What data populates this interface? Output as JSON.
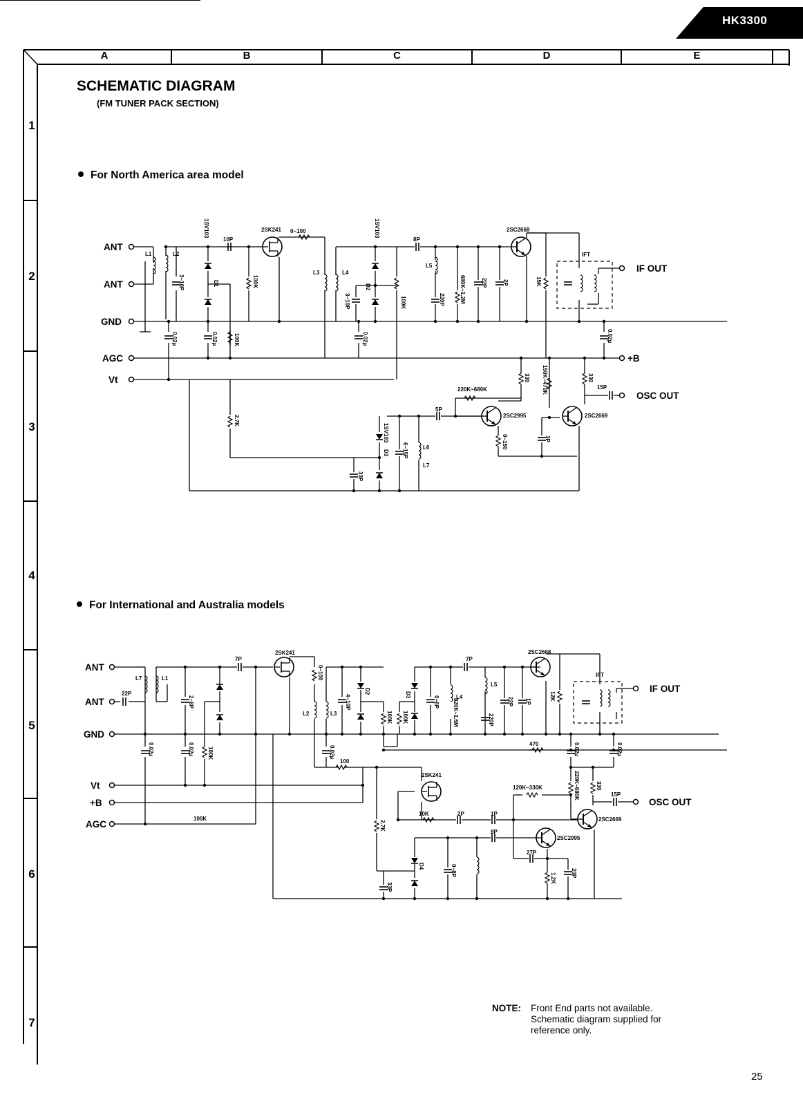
{
  "model": "HK3300",
  "grid": {
    "columns": [
      "A",
      "B",
      "C",
      "D",
      "E"
    ],
    "rows": [
      "1",
      "2",
      "3",
      "4",
      "5",
      "6",
      "7"
    ]
  },
  "title": "SCHEMATIC DIAGRAM",
  "subtitle": "(FM TUNER PACK SECTION)",
  "sections": {
    "north_america": {
      "heading": "For North America area model",
      "terminals": {
        "ant1": "ANT",
        "ant2": "ANT",
        "gnd": "GND",
        "agc": "AGC",
        "vt": "Vt",
        "if_out": "IF OUT",
        "plus_b": "+B",
        "osc_out": "OSC OUT"
      },
      "components": {
        "fet": "2SK241",
        "q1": "2SC2668",
        "q2": "2SC2995",
        "q3": "2SC2669",
        "d_rf": "1SV103",
        "d_mix": "1SV103",
        "d_osc": "1SV103",
        "d1": "D1",
        "d2": "D2",
        "d3": "D3",
        "l1": "L1",
        "l2": "L2",
        "l3": "L3",
        "l4": "L4",
        "l5": "L5",
        "l6": "L6",
        "l7": "L7",
        "ift": "IFT",
        "c10p": "10P",
        "r0_100": "0~100",
        "c8p": "8P",
        "c3_10p_a": "3~10P",
        "c3_10p_b": "3~10P",
        "r100k_a": "100K",
        "r100k_b": "100K",
        "r100k_c": "100K",
        "c220p": "220P",
        "r680k": "680K~1.2M",
        "c22p": "22P",
        "c2p": "2P",
        "r15k": "15K",
        "c002_a": "0.02µ",
        "c002_b": "0.02µ",
        "c002_c": "0.02µ",
        "c002_d": "0.02µ",
        "r330_a": "330",
        "r330_b": "330",
        "r220k": "220K~680K",
        "r150k": "150K~470K",
        "c15p": "15P",
        "c5p": "5P",
        "r27k": "2.7K",
        "c6_15p": "6~15P",
        "c33p": "33P",
        "r0_150": "0~150",
        "c3p": "3P"
      }
    },
    "international": {
      "heading": "For International and Australia models",
      "terminals": {
        "ant1": "ANT",
        "ant2": "ANT",
        "gnd": "GND",
        "vt": "Vt",
        "plus_b": "+B",
        "agc": "AGC",
        "if_out": "IF OUT",
        "osc_out": "OSC OUT"
      },
      "components": {
        "c7p_a": "7P",
        "fet1": "2SK241",
        "fet2": "2SK241",
        "q1": "2SC2668",
        "q2": "2SC2995",
        "q3": "2SC2669",
        "c7p_b": "7P",
        "l7": "L7",
        "l1": "L1",
        "l2": "L2",
        "l3": "L3",
        "l4": "L4",
        "l5": "L5",
        "ift": "IFT",
        "c22p_in": "22P",
        "c2_8p": "2~8P",
        "r0_100": "0~100",
        "c4_10p": "4~10P",
        "d2": "D2",
        "d3": "D3",
        "d4": "D4",
        "r100k_a": "100K",
        "r100k_b": "100K",
        "r100k_c": "100K",
        "r100k_d": "100K",
        "r100": "100",
        "c0_6p": "0~6P",
        "r820k": "820K~1.5M",
        "c22p": "22P",
        "c1p_a": "1P",
        "c220p": "220P",
        "r12k": "12K",
        "c002_a": "0.02µ",
        "c002_b": "0.02µ",
        "c002_c": "0.02µ",
        "c002_d": "0.02µ",
        "c002_e": "0.02µ",
        "r470": "470",
        "r220k": "220K~680K",
        "r330": "330",
        "c15p": "15P",
        "r120k": "120K~330K",
        "r10k": "10K",
        "c2p": "2P",
        "c1p_b": "1P",
        "c8p": "8P",
        "c27p": "27P",
        "r27k": "2.7K",
        "c0_8p": "0~8P",
        "c33p": "33P",
        "r12k_b": "1.2K",
        "c20p": "20P"
      }
    }
  },
  "note": {
    "label": "NOTE:",
    "line1": "Front End parts not available.",
    "line2": "Schematic diagram supplied for",
    "line3": "reference only."
  },
  "page_number": "25",
  "colors": {
    "ink": "#000000",
    "paper": "#ffffff"
  }
}
